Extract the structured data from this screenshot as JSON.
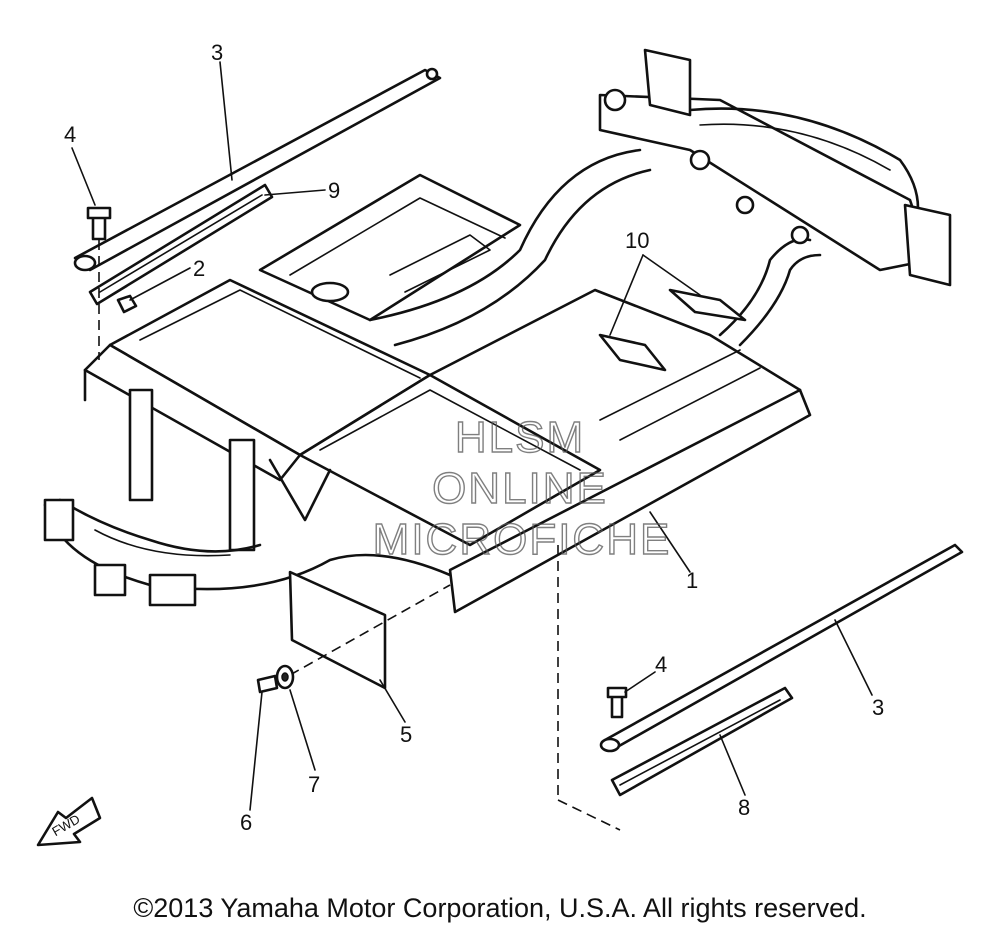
{
  "diagram": {
    "part_labels": [
      "1",
      "2",
      "3",
      "4",
      "5",
      "6",
      "7",
      "8",
      "9",
      "10",
      "3",
      "4"
    ],
    "fwd_label": "FWD",
    "watermark": [
      "HLSM",
      "ONLINE",
      "MICROFICHE"
    ]
  },
  "copyright": "©2013 Yamaha Motor Corporation, U.S.A. All rights reserved."
}
